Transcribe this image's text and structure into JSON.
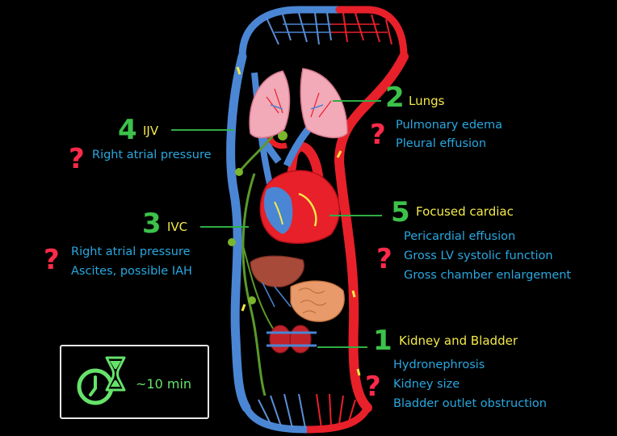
{
  "labels": {
    "kidney": {
      "number": "1",
      "title": "Kidney and Bladder",
      "items": [
        "Hydronephrosis",
        "Kidney size",
        "Bladder outlet obstruction"
      ]
    },
    "lungs": {
      "number": "2",
      "title": "Lungs",
      "items": [
        "Pulmonary edema",
        "Pleural effusion"
      ]
    },
    "ivc": {
      "number": "3",
      "title": "IVC",
      "items": [
        "Right atrial pressure",
        "Ascites, possible IAH"
      ]
    },
    "ijv": {
      "number": "4",
      "title": "IJV",
      "items": [
        "Right atrial pressure"
      ]
    },
    "cardiac": {
      "number": "5",
      "title": "Focused cardiac",
      "items": [
        "Pericardial effusion",
        "Gross LV systolic function",
        "Gross chamber enlargement"
      ]
    }
  },
  "question_mark": "?",
  "timer": {
    "text": "~10 min",
    "icon": "stopwatch-hourglass-icon"
  },
  "colors": {
    "number": "#3cc24a",
    "title": "#f4e94a",
    "item": "#29a8e0",
    "question": "#ff2a4a",
    "artery": "#e8202a",
    "vein": "#4a86d4",
    "lymph": "#5a9a2a",
    "timer": "#66e26b"
  }
}
